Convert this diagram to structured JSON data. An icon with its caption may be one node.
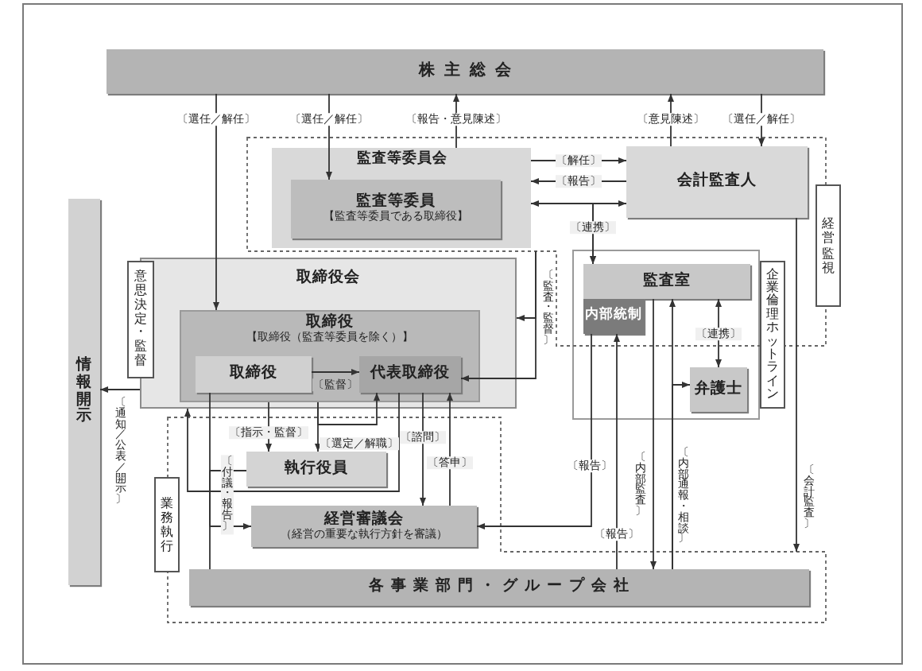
{
  "diagram": {
    "nodes": [
      {
        "text": [
          "株主総会"
        ]
      },
      {
        "text": [],
        "shape": "box"
      },
      {
        "text": [
          "監査等委員会"
        ],
        "in": 1
      },
      {
        "text": [
          "監査等委員",
          "【監査等委員である取締役】"
        ],
        "in": 2
      },
      {
        "text": [
          "会計監査人"
        ],
        "in": 1
      },
      {
        "text": [
          "経営監視"
        ]
      },
      {
        "text": [
          "情報開示"
        ]
      },
      {
        "text": [
          "取締役会"
        ]
      },
      {
        "text": [
          "意思決定・監督"
        ]
      },
      {
        "text": [],
        "shape": "box"
      },
      {
        "text": [
          "監査室"
        ]
      },
      {
        "text": [
          "内部統制"
        ]
      },
      {
        "text": [
          "弁護士"
        ],
        "in": 9
      },
      {
        "text": [
          "企業倫理ホットライン"
        ]
      },
      {
        "text": [],
        "shape": "box"
      },
      {
        "text": [
          "取締役",
          "【取締役（監査等委員を除く）】"
        ],
        "in": 7
      },
      {
        "text": [
          "取締役"
        ],
        "in": 15
      },
      {
        "text": [
          "代表取締役"
        ],
        "in": 15
      },
      {
        "text": [
          "執行役員"
        ],
        "in": 14
      },
      {
        "text": [
          "業務執行"
        ]
      },
      {
        "text": [
          "経営審議会",
          "（経営の重要な執行方針を審議）"
        ],
        "in": 14
      },
      {
        "text": [
          "各事業部門・グループ会社"
        ],
        "in": 14
      }
    ],
    "edges": [
      {
        "from": 0,
        "to": 15,
        "arrow": "to",
        "label": "〔選任／解任〕"
      },
      {
        "from": 0,
        "to": 3,
        "arrow": "to",
        "label": "〔選任／解任〕"
      },
      {
        "from": 2,
        "to": 0,
        "arrow": "to",
        "label": "〔報告・意見陳述〕"
      },
      {
        "from": 4,
        "to": 0,
        "arrow": "to",
        "label": "〔意見陳述〕"
      },
      {
        "from": 0,
        "to": 4,
        "arrow": "to",
        "label": "〔選任／解任〕"
      },
      {
        "from": 2,
        "to": 4,
        "arrow": "to",
        "label": "〔解任〕"
      },
      {
        "from": 4,
        "to": 2,
        "arrow": "to",
        "label": "〔報告〕"
      },
      {
        "from": 2,
        "to": 4,
        "arrow": "both"
      },
      {
        "from": 2,
        "to": 10,
        "arrow": "to",
        "label": "〔連携〕"
      },
      {
        "from": 4,
        "to": 10,
        "arrow": "to"
      },
      {
        "from": 1,
        "to": 7,
        "arrow": "to",
        "label": "〔監査・監督〕"
      },
      {
        "from": 1,
        "to": 17,
        "arrow": "to"
      },
      {
        "from": 7,
        "to": 6,
        "arrow": "to",
        "label": "〔通知／公表／開示〕"
      },
      {
        "from": 16,
        "to": 17,
        "arrow": "to",
        "label": "〔監督〕"
      },
      {
        "from": 15,
        "to": 18,
        "arrow": "to",
        "label": "〔指示・監督〕"
      },
      {
        "from": 15,
        "to": 18,
        "arrow": "to",
        "label": "〔選定／解職〕"
      },
      {
        "from": 15,
        "to": 17,
        "arrow": "to"
      },
      {
        "from": 17,
        "to": 20,
        "arrow": "to",
        "label": "〔諮問〕"
      },
      {
        "from": 20,
        "to": 17,
        "arrow": "to",
        "label": "〔答申〕"
      },
      {
        "from": 17,
        "to": 7,
        "arrow": "to"
      },
      {
        "from": 18,
        "to": 20,
        "arrow": "to",
        "label": "〔付議・報告〕"
      },
      {
        "from": 16,
        "to": 21,
        "arrow": "none"
      },
      {
        "from": 10,
        "to": 12,
        "arrow": "both",
        "label": "〔連携〕"
      },
      {
        "from": 21,
        "to": 10,
        "arrow": "to",
        "label": "〔内部通報・相談〕"
      },
      {
        "from": 21,
        "to": 12,
        "arrow": "to"
      },
      {
        "from": 10,
        "to": 21,
        "arrow": "to",
        "label": "〔内部監査〕"
      },
      {
        "from": 21,
        "to": 11,
        "arrow": "to",
        "label": "〔報告〕"
      },
      {
        "from": 11,
        "to": 20,
        "arrow": "to",
        "label": "〔報告〕"
      },
      {
        "from": 4,
        "to": 14,
        "arrow": "to",
        "label": "〔会計監査〕"
      }
    ]
  }
}
